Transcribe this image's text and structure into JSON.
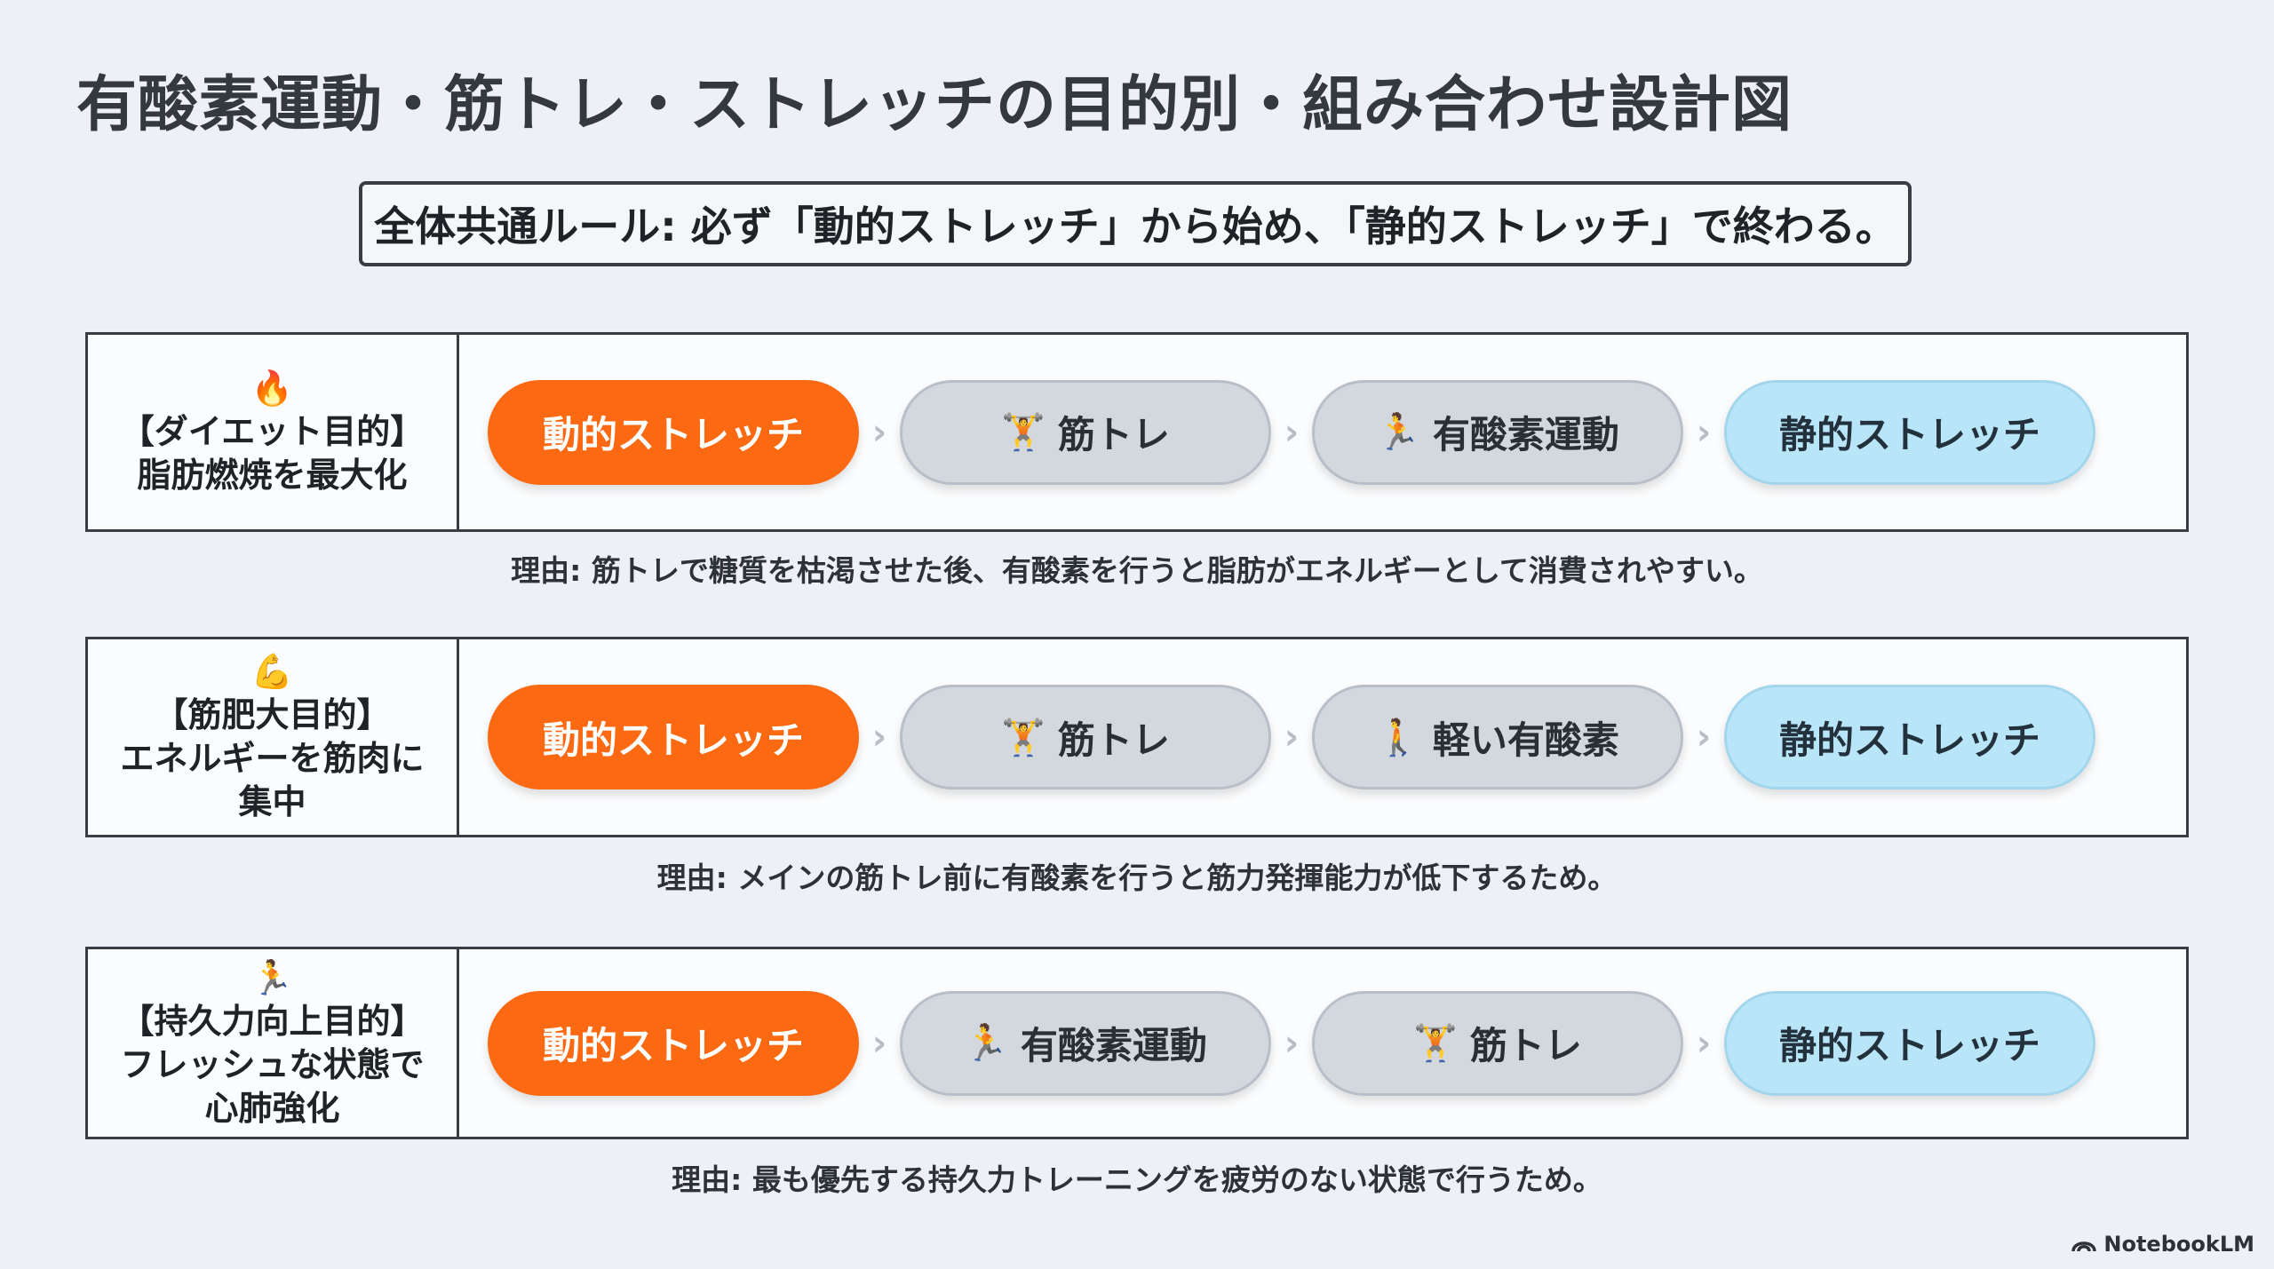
{
  "title": "有酸素運動・筋トレ・ストレッチの目的別・組み合わせ設計図",
  "rule": "全体共通ルール: 必ず「動的ストレッチ」から始め、「静的ストレッチ」で終わる。",
  "arrow_glyph": "›",
  "rows": [
    {
      "icon": "🔥",
      "icon_name": "fire-icon",
      "label_line1": "【ダイエット目的】",
      "label_line2": "脂肪燃焼を最大化",
      "label_line3": "",
      "steps": [
        {
          "label": "動的ストレッチ",
          "icon": "",
          "icon_name": ""
        },
        {
          "label": "筋トレ",
          "icon": "🏋",
          "icon_name": "weightlifter-icon"
        },
        {
          "label": "有酸素運動",
          "icon": "🏃",
          "icon_name": "runner-icon"
        },
        {
          "label": "静的ストレッチ",
          "icon": "",
          "icon_name": ""
        }
      ],
      "reason": "理由: 筋トレで糖質を枯渇させた後、有酸素を行うと脂肪がエネルギーとして消費されやすい。"
    },
    {
      "icon": "💪",
      "icon_name": "flexed-biceps-icon",
      "label_line1": "【筋肥大目的】",
      "label_line2": "エネルギーを筋肉に",
      "label_line3": "集中",
      "steps": [
        {
          "label": "動的ストレッチ",
          "icon": "",
          "icon_name": ""
        },
        {
          "label": "筋トレ",
          "icon": "🏋",
          "icon_name": "weightlifter-icon"
        },
        {
          "label": "軽い有酸素",
          "icon": "🚶",
          "icon_name": "walker-icon"
        },
        {
          "label": "静的ストレッチ",
          "icon": "",
          "icon_name": ""
        }
      ],
      "reason": "理由: メインの筋トレ前に有酸素を行うと筋力発揮能力が低下するため。"
    },
    {
      "icon": "🏃",
      "icon_name": "runner-icon",
      "label_line1": "【持久力向上目的】",
      "label_line2": "フレッシュな状態で",
      "label_line3": "心肺強化",
      "steps": [
        {
          "label": "動的ストレッチ",
          "icon": "",
          "icon_name": ""
        },
        {
          "label": "有酸素運動",
          "icon": "🏃",
          "icon_name": "runner-icon"
        },
        {
          "label": "筋トレ",
          "icon": "🏋",
          "icon_name": "weightlifter-icon"
        },
        {
          "label": "静的ストレッチ",
          "icon": "",
          "icon_name": ""
        }
      ],
      "reason": "理由: 最も優先する持久力トレーニングを疲労のない状態で行うため。"
    }
  ],
  "brand": "NotebookLM",
  "colors": {
    "dynamic_stretch": "#fb6a12",
    "exercise": "#d3d8df",
    "static_stretch": "#b8e6f8",
    "background": "#edf0f4"
  }
}
